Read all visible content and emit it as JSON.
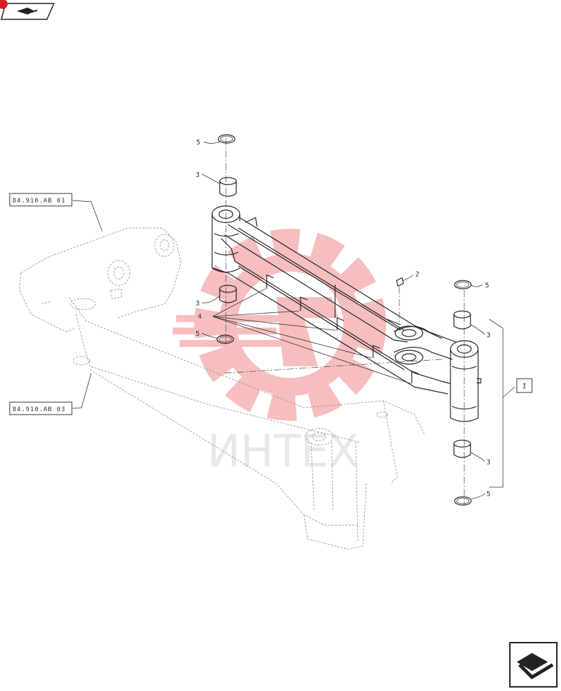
{
  "nav": {
    "prev_icon": "arrow-prev-icon",
    "next_icon": "arrow-next-icon"
  },
  "references": {
    "ref_top": "84.910.AB 01",
    "ref_bottom": "84.910.AB 03"
  },
  "callouts": {
    "c5_top": "5",
    "c3_top": "3",
    "c2": "2",
    "c5_right_top": "5",
    "c3_mid_left": "3",
    "c4": "4",
    "c3_right_top": "3",
    "c5_mid_left": "5",
    "c3_right_bottom": "3",
    "c5_right_bottom": "5"
  },
  "group_label": "I",
  "watermark": {
    "text": "ИНТЕХ",
    "icon": "gear-logo-icon"
  },
  "colors": {
    "line": "#222222",
    "watermark_red": "#f08a8a",
    "watermark_gray": "#e8e8e8",
    "nav_red": "#d42020"
  }
}
